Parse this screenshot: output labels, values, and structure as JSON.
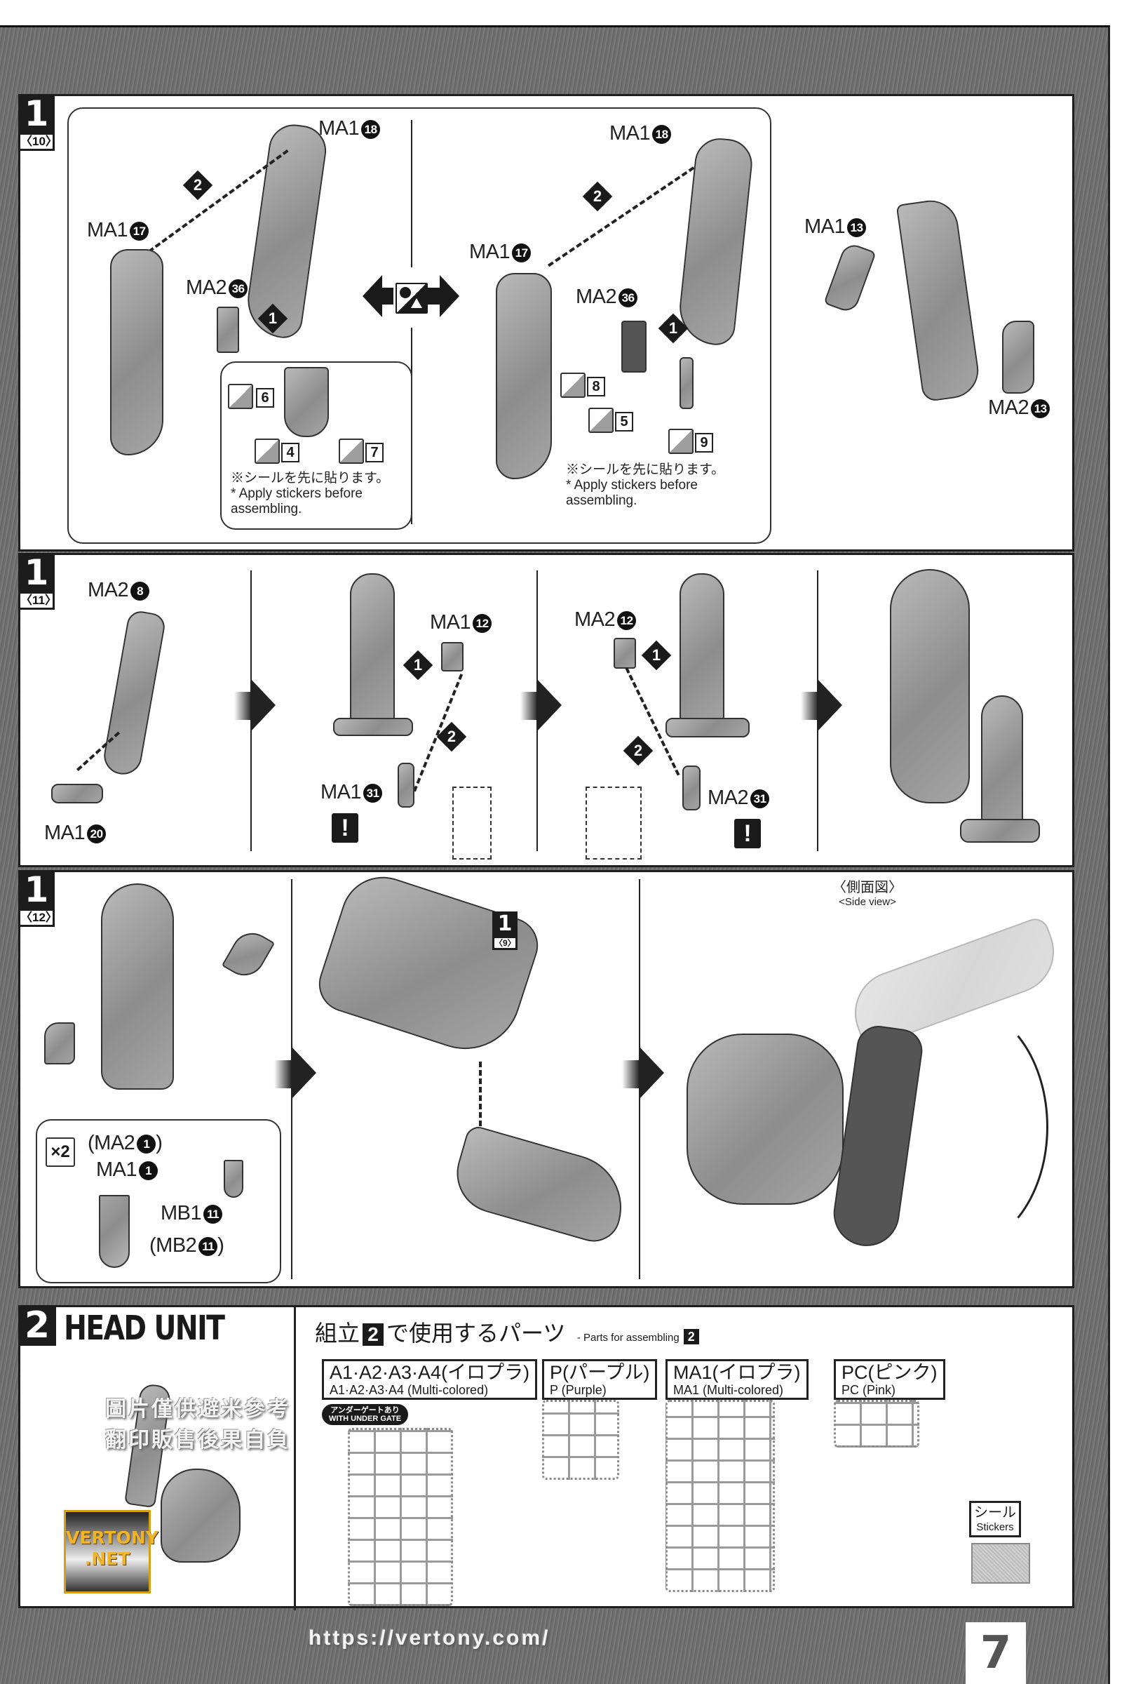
{
  "page_number": "7",
  "steps": [
    {
      "step": "1",
      "sub": "〈10〉",
      "left_labels": {
        "top": "MA1",
        "top_num": "18",
        "side": "MA1",
        "side_num": "17",
        "small": "MA2",
        "small_num": "36"
      },
      "left_order": [
        "2",
        "1"
      ],
      "left_stickers": [
        "6",
        "4",
        "7"
      ],
      "right_labels": {
        "top": "MA1",
        "top_num": "18",
        "side": "MA1",
        "side_num": "17",
        "small": "MA2",
        "small_num": "36"
      },
      "right_order": [
        "2",
        "1"
      ],
      "right_stickers": [
        "8",
        "5",
        "9"
      ],
      "note_jp": "※シールを先に貼ります。",
      "note_en": "* Apply stickers before assembling.",
      "far_right": {
        "a": "MA1",
        "a_num": "13",
        "b": "MA2",
        "b_num": "13"
      },
      "alt_icon": "circle-triangle-alternate-icon"
    },
    {
      "step": "1",
      "sub": "〈11〉",
      "cell1": {
        "top": "MA2",
        "top_num": "8",
        "bottom": "MA1",
        "bottom_num": "20"
      },
      "cell2": {
        "top": "MA1",
        "top_num": "12",
        "bottom": "MA1",
        "bottom_num": "31",
        "order": [
          "1",
          "2"
        ],
        "warning": "!"
      },
      "cell3": {
        "top": "MA2",
        "top_num": "12",
        "bottom": "MA2",
        "bottom_num": "31",
        "order": [
          "1",
          "2"
        ],
        "warning": "!"
      }
    },
    {
      "step": "1",
      "sub": "〈12〉",
      "multiplier": "×2",
      "labels": [
        "(MA2",
        "1",
        ")",
        "MA1",
        "1",
        "MB1",
        "11",
        "(MB2",
        "11",
        ")"
      ],
      "ref_step": "1",
      "ref_sub": "〈9〉",
      "side_view_jp": "〈側面図〉",
      "side_view_en": "<Side view>"
    }
  ],
  "section2": {
    "number": "2",
    "title": "HEAD UNIT",
    "parts_heading_jp_pre": "組立",
    "parts_heading_num": "2",
    "parts_heading_jp_post": "で使用するパーツ",
    "parts_heading_en": "- Parts for assembling",
    "parts": [
      {
        "jp": "A1·A2·A3·A4(イロプラ)",
        "en": "A1·A2·A3·A4 (Multi-colored)",
        "badge_jp": "アンダーゲートあり",
        "badge_en": "WITH UNDER GATE"
      },
      {
        "jp": "P(パープル)",
        "en": "P (Purple)"
      },
      {
        "jp": "MA1(イロプラ)",
        "en": "MA1 (Multi-colored)"
      },
      {
        "jp": "PC(ピンク)",
        "en": "PC (Pink)"
      }
    ],
    "stickers_jp": "シール",
    "stickers_en": "Stickers"
  },
  "watermark": {
    "line1": "https://vertony.com/",
    "line2": "圖片僅供避米參考",
    "line3": "翻印販售後果自負",
    "logo_line1": "VERTONY",
    "logo_line2": ".NET"
  },
  "colors": {
    "ink": "#1a1a1a",
    "page_bg": "#737373",
    "logo_gold": "#f0b429"
  }
}
